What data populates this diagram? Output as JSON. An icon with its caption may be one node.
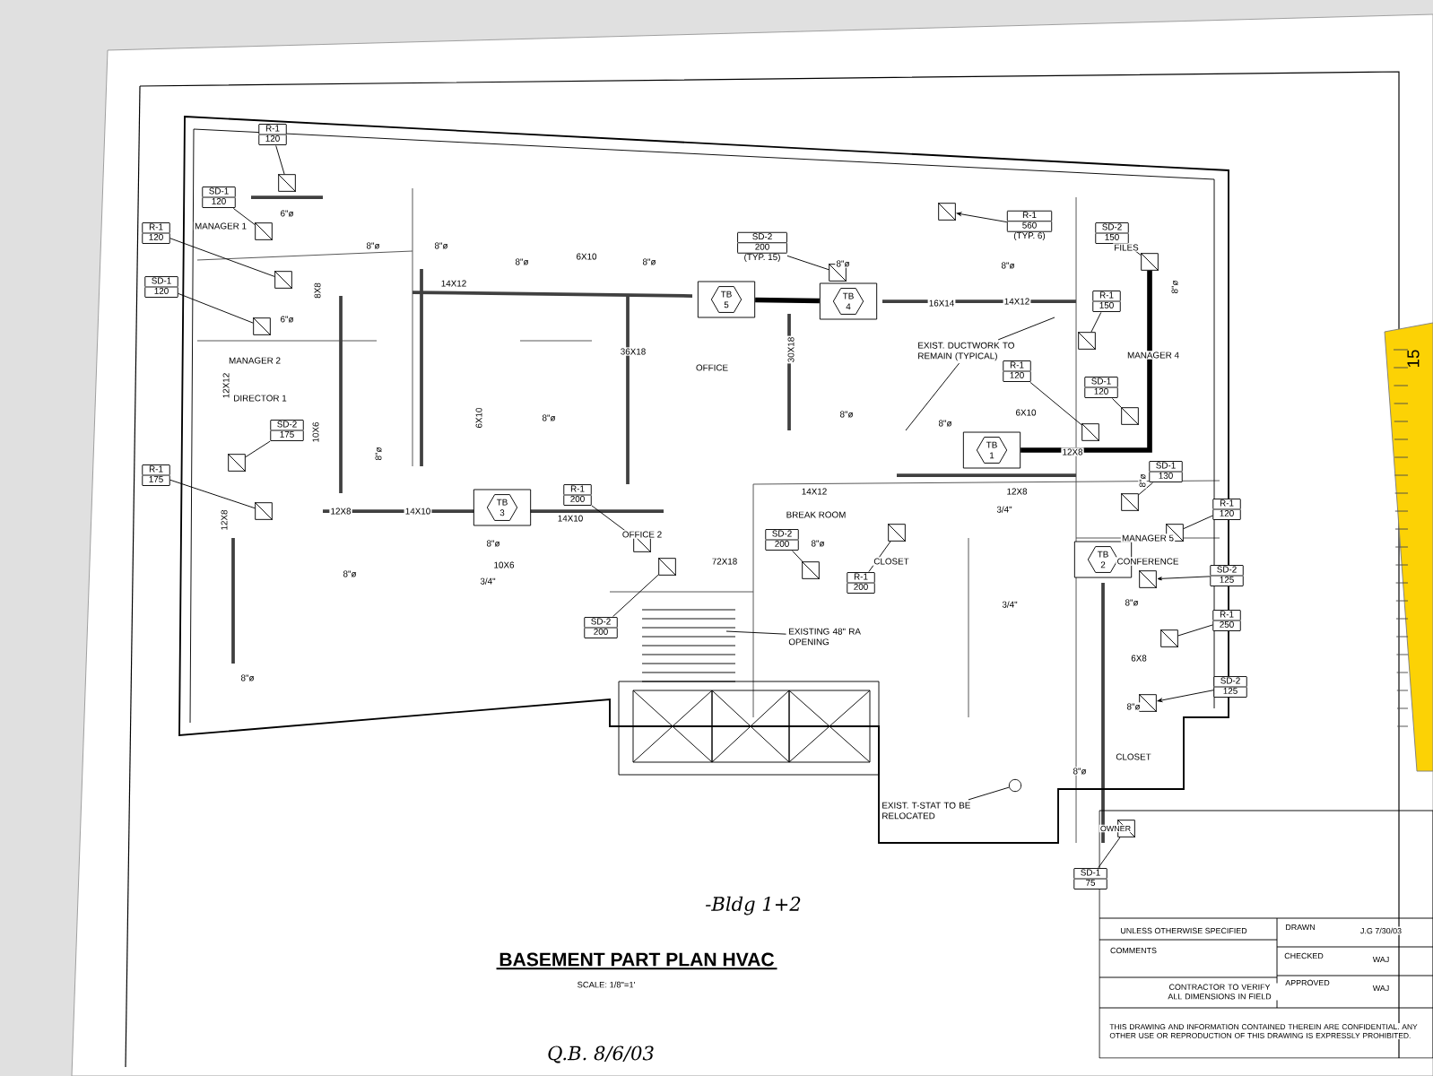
{
  "diagram": {
    "title": "BASEMENT PART PLAN HVAC",
    "nodes": [
      {
        "text": [
          "R-1",
          "120"
        ]
      },
      {
        "text": [],
        "shape": "box"
      },
      {
        "text": [
          "SD-1",
          "120"
        ]
      },
      {
        "text": [],
        "shape": "box"
      },
      {
        "text": [
          "R-1",
          "120"
        ]
      },
      {
        "text": [],
        "shape": "box"
      },
      {
        "text": [
          "SD-1",
          "120"
        ]
      },
      {
        "text": [],
        "shape": "box"
      },
      {
        "text": [
          "SD-2",
          "175"
        ]
      },
      {
        "text": [],
        "shape": "box"
      },
      {
        "text": [
          "R-1",
          "175"
        ]
      },
      {
        "text": [],
        "shape": "box"
      },
      {
        "text": [
          "R-1",
          "200"
        ]
      },
      {
        "text": [],
        "shape": "box"
      },
      {
        "text": [
          "TB 3"
        ]
      },
      {
        "text": [
          "TB 5"
        ]
      },
      {
        "text": [
          "TB 4"
        ]
      },
      {
        "text": [
          "SD-2",
          "200",
          "(TYP. 15)"
        ]
      },
      {
        "text": [],
        "shape": "box"
      },
      {
        "text": [
          "R-1",
          "560",
          "(TYP. 6)"
        ]
      },
      {
        "text": [],
        "shape": "box"
      },
      {
        "text": [
          "SD-2",
          "150"
        ]
      },
      {
        "text": [],
        "shape": "box"
      },
      {
        "text": [
          "R-1",
          "150"
        ]
      },
      {
        "text": [],
        "shape": "box"
      },
      {
        "text": [
          "EXIST. DUCTWORK TO REMAIN (TYPICAL)"
        ]
      },
      {
        "text": [
          "R-1",
          "120"
        ]
      },
      {
        "text": [],
        "shape": "box"
      },
      {
        "text": [
          "SD-1",
          "120"
        ]
      },
      {
        "text": [],
        "shape": "box"
      },
      {
        "text": [
          "TB 1"
        ]
      },
      {
        "text": [
          "SD-1",
          "130"
        ]
      },
      {
        "text": [],
        "shape": "box"
      },
      {
        "text": [
          "R-1",
          "120"
        ]
      },
      {
        "text": [],
        "shape": "box"
      },
      {
        "text": [
          "SD-2",
          "200"
        ]
      },
      {
        "text": [],
        "shape": "box"
      },
      {
        "text": [
          "R-1",
          "200"
        ]
      },
      {
        "text": [],
        "shape": "box"
      },
      {
        "text": [
          "TB 2"
        ]
      },
      {
        "text": [
          "SD-2",
          "125"
        ]
      },
      {
        "text": [],
        "shape": "box"
      },
      {
        "text": [
          "R-1",
          "250"
        ]
      },
      {
        "text": [],
        "shape": "box"
      },
      {
        "text": [
          "SD-2",
          "125"
        ]
      },
      {
        "text": [],
        "shape": "box"
      },
      {
        "text": [
          "SD-1",
          "75"
        ]
      },
      {
        "text": [],
        "shape": "box"
      },
      {
        "text": [
          "SD-2",
          "200"
        ]
      },
      {
        "text": [],
        "shape": "box"
      },
      {
        "text": [
          "EXISTING 48\" RA OPENING"
        ]
      },
      {
        "text": [
          "EXIST. T-STAT TO BE RELOCATED"
        ]
      },
      {
        "text": [],
        "shape": "circle"
      }
    ],
    "edges": [
      {
        "from": 0,
        "to": 1,
        "arrow": "none"
      },
      {
        "from": 2,
        "to": 3,
        "arrow": "none"
      },
      {
        "from": 4,
        "to": 5,
        "arrow": "none"
      },
      {
        "from": 6,
        "to": 7,
        "arrow": "none"
      },
      {
        "from": 8,
        "to": 9,
        "arrow": "none"
      },
      {
        "from": 10,
        "to": 11,
        "arrow": "none"
      },
      {
        "from": 12,
        "to": 13,
        "arrow": "none"
      },
      {
        "from": 17,
        "to": 18,
        "arrow": "none"
      },
      {
        "from": 19,
        "to": 20,
        "arrow": "to"
      },
      {
        "from": 21,
        "to": 22,
        "arrow": "none"
      },
      {
        "from": 23,
        "to": 24,
        "arrow": "none"
      },
      {
        "from": 25,
        "to": null,
        "arrow": "none"
      },
      {
        "from": 25,
        "to": null,
        "arrow": "none"
      },
      {
        "from": 26,
        "to": 27,
        "arrow": "none"
      },
      {
        "from": 28,
        "to": 29,
        "arrow": "none"
      },
      {
        "from": 31,
        "to": 32,
        "arrow": "none"
      },
      {
        "from": 33,
        "to": 34,
        "arrow": "none"
      },
      {
        "from": 35,
        "to": 36,
        "arrow": "none"
      },
      {
        "from": 37,
        "to": 38,
        "arrow": "none"
      },
      {
        "from": 40,
        "to": 41,
        "arrow": "to"
      },
      {
        "from": 42,
        "to": 43,
        "arrow": "none"
      },
      {
        "from": 44,
        "to": 45,
        "arrow": "to"
      },
      {
        "from": 46,
        "to": 47,
        "arrow": "none"
      },
      {
        "from": 48,
        "to": 49,
        "arrow": "none"
      },
      {
        "from": 50,
        "to": null,
        "arrow": "none"
      },
      {
        "from": 51,
        "to": 52,
        "arrow": "none"
      },
      {
        "from": 15,
        "to": 16,
        "arrow": "none",
        "style": "thick"
      },
      {
        "from": 30,
        "to": 22,
        "arrow": "none",
        "style": "thick"
      }
    ],
    "labels": [
      "MANAGER 1",
      "MANAGER 2",
      "DIRECTOR 1",
      "OFFICE",
      "OFFICE 2",
      "BREAK ROOM",
      "CLOSET",
      "FILES",
      "MANAGER 4",
      "MANAGER 5",
      "CONFERENCE",
      "CLOSET",
      "14X12",
      "8X8",
      "12X12",
      "10X6",
      "12X8",
      "6X10",
      "6X10",
      "36X18",
      "30X18",
      "16X14",
      "14X12",
      "6X10",
      "14X12",
      "12X8",
      "12X8",
      "12X8",
      "14X10",
      "14X10",
      "10X6",
      "72X18",
      "6X8",
      "3/4\"",
      "3/4\"",
      "3/4\"",
      "6\"ø",
      "6\"ø",
      "8\"ø",
      "8\"ø",
      "8\"ø",
      "8\"ø",
      "8\"ø",
      "8\"ø",
      "8\"ø",
      "8\"ø",
      "8\"ø",
      "8\"ø",
      "8\"ø",
      "8\"ø",
      "8\"ø",
      "8\"ø",
      "8\"ø",
      "8\"ø",
      "8\"ø",
      "8\"ø",
      "8\"ø",
      "SCALE: 1/8\"=1'",
      "-Bldg 1+2",
      "Q.B. 8/6/03",
      "OWNER",
      "UNLESS OTHERWISE SPECIFIED",
      "COMMENTS",
      "CONTRACTOR TO VERIFY ALL DIMENSIONS IN FIELD",
      "DRAWN",
      "J.G 7/30/03",
      "CHECKED",
      "WAJ",
      "APPROVED",
      "WAJ",
      "THIS DRAWING AND INFORMATION CONTAINED THEREIN ARE CONFIDENTIAL. ANY OTHER USE OR REPRODUCTION OF THIS DRAWING IS EXPRESSLY PROHIBITED.",
      "15"
    ]
  }
}
